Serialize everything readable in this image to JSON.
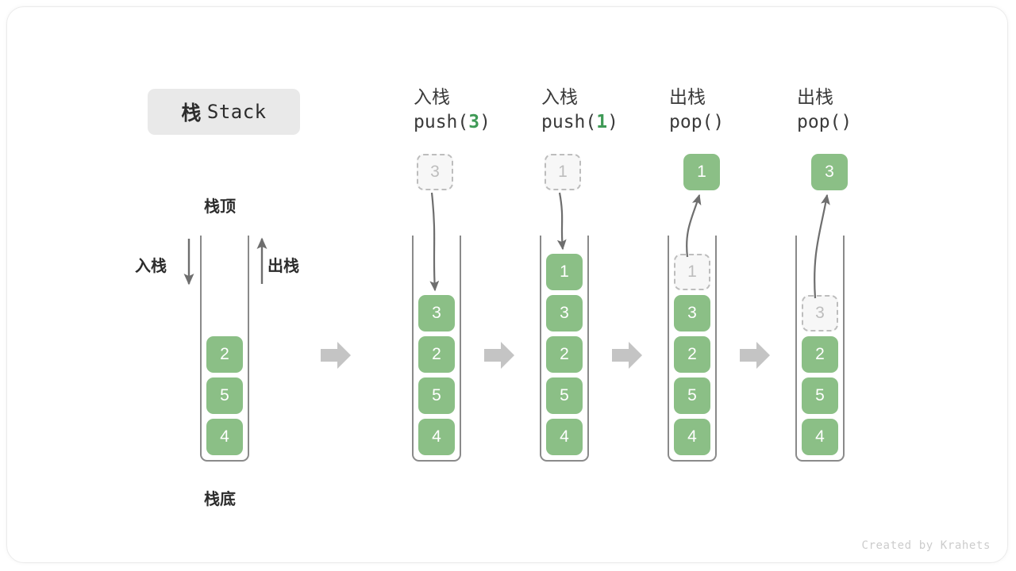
{
  "title": {
    "cn": "栈",
    "en": "Stack"
  },
  "labels": {
    "top": "栈顶",
    "bottom": "栈底",
    "push": "入栈",
    "pop": "出栈"
  },
  "credit": "Created by Krahets",
  "colors": {
    "cell_fill": "#8bbf86",
    "cell_text": "#ffffff",
    "ghost_fill": "#f7f7f7",
    "ghost_border": "#bdbdbd",
    "ghost_text": "#bdbdbd",
    "arrow": "#6e6e6e",
    "flow_arrow": "#c4c4c4",
    "chip_bg": "#e9e9e9",
    "accent_green": "#3f9a56",
    "text": "#2c2c2c"
  },
  "columns": [
    {
      "id": "initial",
      "header_cn": "",
      "header_code": "",
      "code_prefix": "",
      "code_arg": "",
      "code_suffix": "",
      "incoming": null,
      "outgoing": null,
      "cells": [
        {
          "value": "2",
          "state": "filled"
        },
        {
          "value": "5",
          "state": "filled"
        },
        {
          "value": "4",
          "state": "filled"
        }
      ]
    },
    {
      "id": "push-3",
      "header_cn": "入栈",
      "header_code": "push(3)",
      "code_prefix": "push(",
      "code_arg": "3",
      "code_suffix": ")",
      "incoming": "3",
      "outgoing": null,
      "cells": [
        {
          "value": "3",
          "state": "filled"
        },
        {
          "value": "2",
          "state": "filled"
        },
        {
          "value": "5",
          "state": "filled"
        },
        {
          "value": "4",
          "state": "filled"
        }
      ]
    },
    {
      "id": "push-1",
      "header_cn": "入栈",
      "header_code": "push(1)",
      "code_prefix": "push(",
      "code_arg": "1",
      "code_suffix": ")",
      "incoming": "1",
      "outgoing": null,
      "cells": [
        {
          "value": "1",
          "state": "filled"
        },
        {
          "value": "3",
          "state": "filled"
        },
        {
          "value": "2",
          "state": "filled"
        },
        {
          "value": "5",
          "state": "filled"
        },
        {
          "value": "4",
          "state": "filled"
        }
      ]
    },
    {
      "id": "pop-1",
      "header_cn": "出栈",
      "header_code": "pop()",
      "code_prefix": "pop(",
      "code_arg": "",
      "code_suffix": ")",
      "incoming": null,
      "outgoing": "1",
      "cells": [
        {
          "value": "1",
          "state": "ghost"
        },
        {
          "value": "3",
          "state": "filled"
        },
        {
          "value": "2",
          "state": "filled"
        },
        {
          "value": "5",
          "state": "filled"
        },
        {
          "value": "4",
          "state": "filled"
        }
      ]
    },
    {
      "id": "pop-3",
      "header_cn": "出栈",
      "header_code": "pop()",
      "code_prefix": "pop(",
      "code_arg": "",
      "code_suffix": ")",
      "incoming": null,
      "outgoing": "3",
      "cells": [
        {
          "value": "3",
          "state": "ghost"
        },
        {
          "value": "2",
          "state": "filled"
        },
        {
          "value": "5",
          "state": "filled"
        },
        {
          "value": "4",
          "state": "filled"
        }
      ]
    }
  ],
  "flow_arrow_count": 4
}
